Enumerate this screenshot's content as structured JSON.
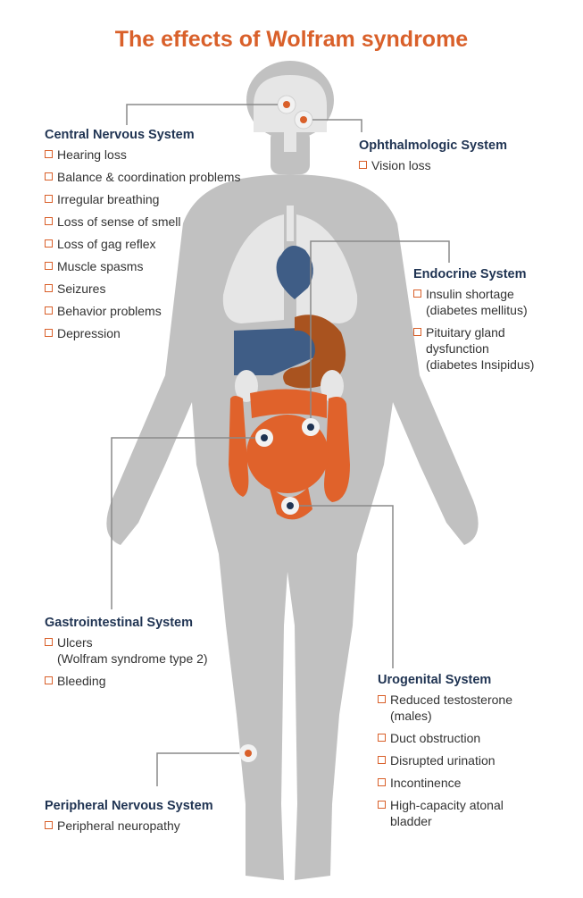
{
  "title": "The effects of Wolfram syndrome",
  "colors": {
    "accent": "#d9602a",
    "heading": "#1f3352",
    "body": "#c1c1c1",
    "organ_light": "#e6e6e6",
    "organ_blue": "#3f5d86",
    "organ_brown": "#a9531f",
    "organ_orange": "#e0622b",
    "connector": "#8a8a8a"
  },
  "groups": {
    "cns": {
      "heading": "Central Nervous System",
      "items": [
        "Hearing loss",
        "Balance & coordination problems",
        "Irregular breathing",
        "Loss of sense of smell",
        "Loss of gag reflex",
        "Muscle spasms",
        "Seizures",
        "Behavior problems",
        "Depression"
      ]
    },
    "ophthalmologic": {
      "heading": "Ophthalmologic System",
      "items": [
        "Vision loss"
      ]
    },
    "endocrine": {
      "heading": "Endocrine System",
      "items": [
        "Insulin shortage\n(diabetes mellitus)",
        "Pituitary gland\ndysfunction\n(diabetes Insipidus)"
      ]
    },
    "gastrointestinal": {
      "heading": "Gastrointestinal System",
      "items": [
        "Ulcers\n(Wolfram syndrome type 2)",
        "Bleeding"
      ]
    },
    "urogenital": {
      "heading": "Urogenital System",
      "items": [
        "Reduced testosterone\n(males)",
        "Duct obstruction",
        "Disrupted urination",
        "Incontinence",
        "High-capacity atonal\nbladder"
      ]
    },
    "peripheral": {
      "heading": "Peripheral Nervous System",
      "items": [
        "Peripheral neuropathy"
      ]
    }
  }
}
